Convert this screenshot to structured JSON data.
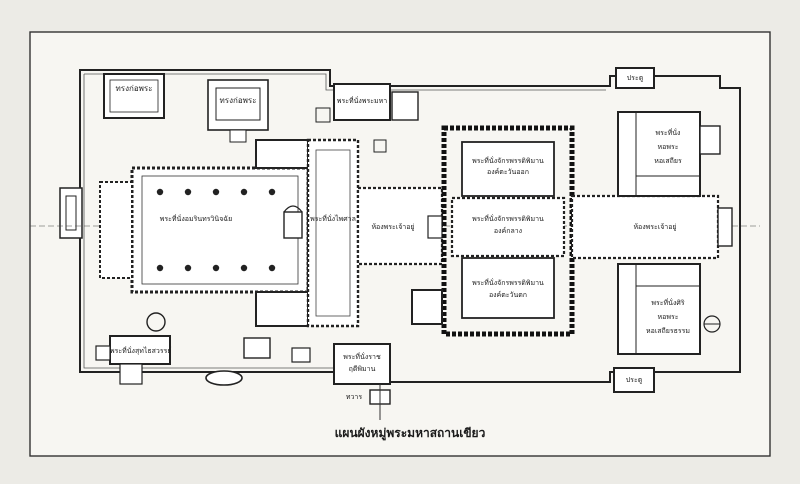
{
  "caption": "แผนผังหมู่พระมหาสถานเขียว",
  "labels": {
    "hall_top_left": "ทรงก่อพระ",
    "pavilion_top": "ทรงก่อพระ",
    "room_top_mid": "พระที่นั่งพระมหา",
    "great_hall_west": "พระที่นั่งอมรินทรวินิจฉัย",
    "hall_middle": "พระที่นั่งไพศาล",
    "connector_hall": "ห้องพระเจ้าอยู่",
    "court_north": "พระที่นั่งจักรพรรดิพิมาน",
    "court_north_sub": "องค์ตะวันออก",
    "court_center": "พระที่นั่งจักรพรรดิพิมาน",
    "court_center_sub": "องค์กลาง",
    "court_south": "พระที่นั่งจักรพรรดิพิมาน",
    "court_south_sub": "องค์ตะวันตก",
    "east_hall": "ห้องพระเจ้าอยู่",
    "ne_room_a": "พระที่นั่ง",
    "ne_room_b": "หอพระ",
    "ne_room_c": "หอเสถียร",
    "se_room_a": "พระที่นั่งศิริ",
    "se_room_b": "หอพระ",
    "se_room_c": "หอเสถียรธรรม",
    "sw_room": "พระที่นั่งสุทไธสวรรย์",
    "bottom_mid": "พระที่นั่งราช",
    "bottom_mid_sub": "ฤดีพิมาน",
    "gate_top": "ประตู",
    "gate_bottom": "ประตู",
    "gate_south": "ทวาร"
  }
}
